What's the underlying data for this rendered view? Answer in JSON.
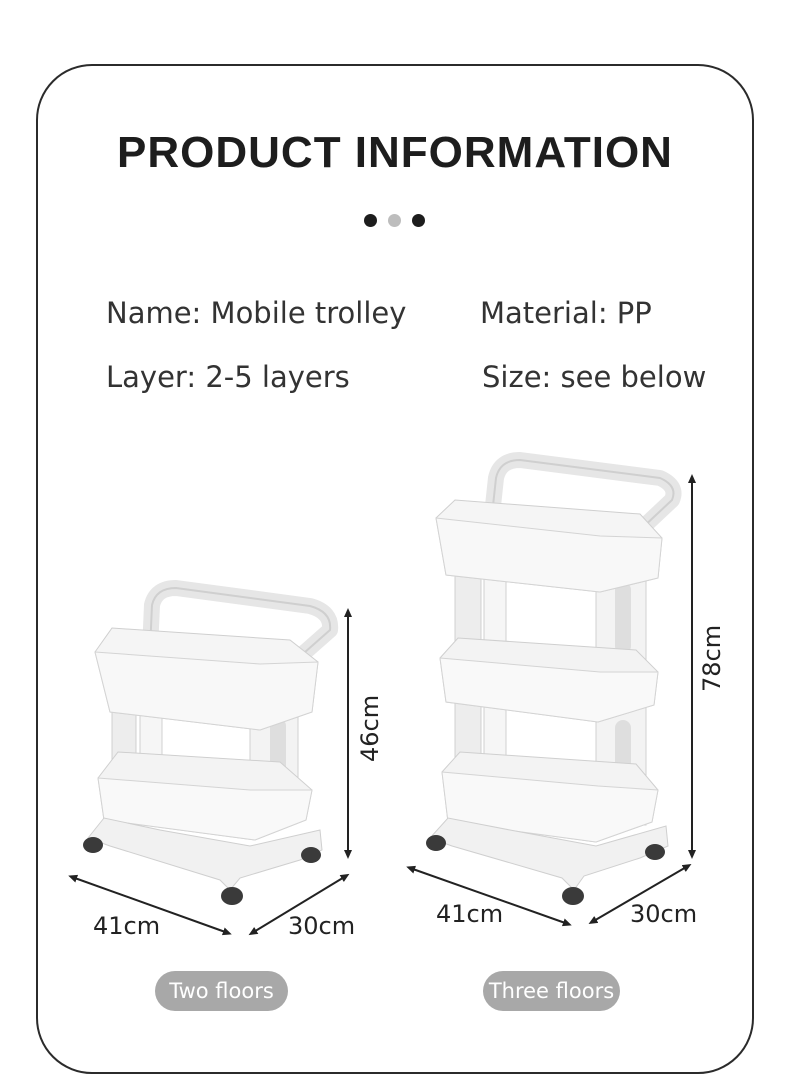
{
  "header": {
    "title": "PRODUCT INFORMATION"
  },
  "dots": {
    "colors": [
      "#1d1d1d",
      "#bdbdbd",
      "#1d1d1d"
    ]
  },
  "info": {
    "name": "Name: Mobile trolley",
    "material": "Material: PP",
    "layer": "Layer: 2-5 layers",
    "size": "Size: see below"
  },
  "products": {
    "two_floors": {
      "height": "46cm",
      "width": "41cm",
      "depth": "30cm",
      "label": "Two floors"
    },
    "three_floors": {
      "height": "78cm",
      "width": "41cm",
      "depth": "30cm",
      "label": "Three floors"
    }
  },
  "colors": {
    "frame": "#2b2b2b",
    "pill_bg": "#a8a8a8",
    "trolley_white": "#f4f4f4",
    "trolley_shade": "#d9d9d9"
  }
}
